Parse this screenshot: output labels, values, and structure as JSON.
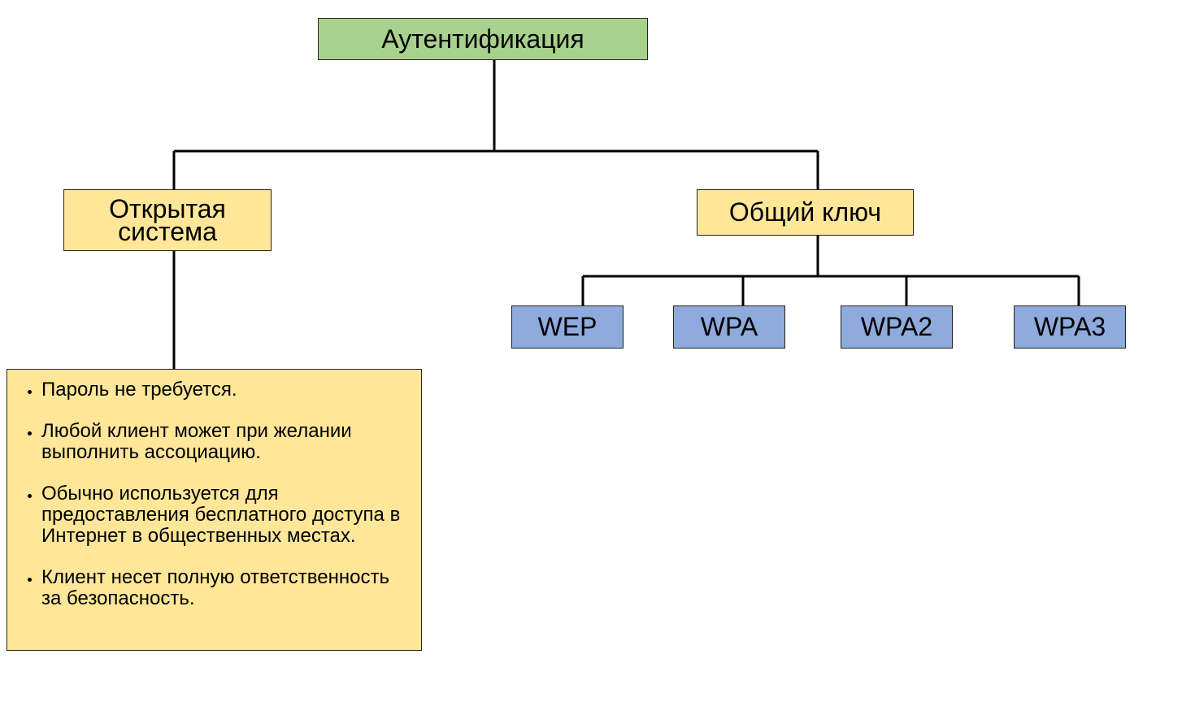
{
  "colors": {
    "root_fill": "#a9d18e",
    "method_fill": "#ffe699",
    "protocol_fill": "#8faadc",
    "connector": "#000000"
  },
  "root": {
    "label": "Аутентификация"
  },
  "methods": [
    {
      "id": "open",
      "label": "Открытая система"
    },
    {
      "id": "shared",
      "label": "Общий ключ"
    }
  ],
  "protocols": [
    "WEP",
    "WPA",
    "WPA2",
    "WPA3"
  ],
  "open_system_notes": [
    "Пароль не требуется.",
    "Любой клиент может при желании выполнить ассоциацию.",
    "Обычно используется для предоставления бесплатного доступа в Интернет в общественных местах.",
    "Клиент несет полную ответственность за безопасность."
  ]
}
